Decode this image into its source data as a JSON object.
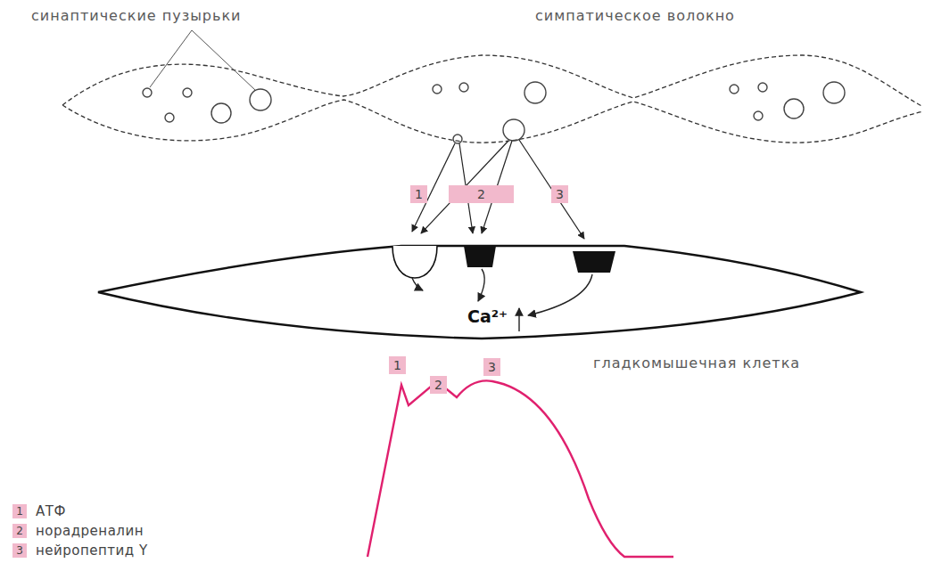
{
  "diagram": {
    "labels": [
      "синаптические пузырьки",
      "симпатическое волокно",
      "1",
      "2",
      "3",
      "Ca²⁺",
      "гладкомышечная клетка",
      "1",
      "2",
      "3",
      "1",
      "2",
      "3"
    ],
    "legend": [
      {
        "text": "АТФ",
        "color": "#f2b9cc"
      },
      {
        "text": "норадреналин",
        "color": "#f2b9cc"
      },
      {
        "text": "нейропептид Y",
        "color": "#f2b9cc"
      }
    ]
  }
}
